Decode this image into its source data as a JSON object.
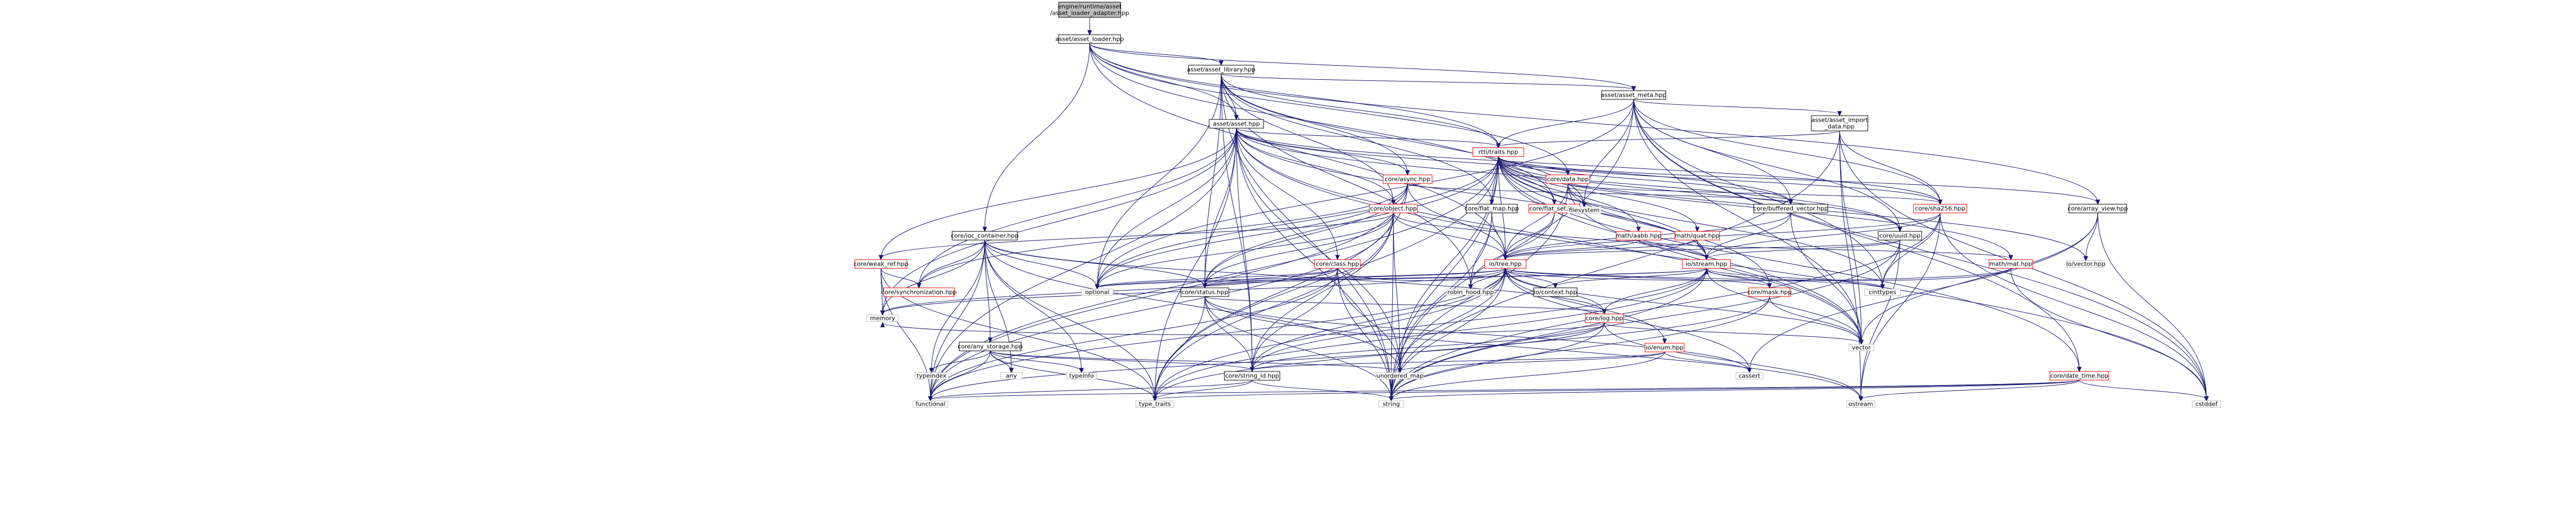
{
  "colors": {
    "root_fill": "#bfbfbf",
    "node_fill": "#ffffff",
    "node_stroke": "#000000",
    "link_stroke": "#ff0000",
    "leaf_stroke": "#bfbfbf",
    "edge": "#191970",
    "text": "#000000"
  },
  "nodes": [
    {
      "id": "root",
      "label": "engine/runtime/asset\n/asset_loader_adapter.hpp",
      "kind": "root"
    },
    {
      "id": "asset_loader",
      "label": "asset/asset_loader.hpp",
      "kind": "normal"
    },
    {
      "id": "asset_library",
      "label": "asset/asset_library.hpp",
      "kind": "normal"
    },
    {
      "id": "asset_meta",
      "label": "asset/asset_meta.hpp",
      "kind": "normal"
    },
    {
      "id": "asset",
      "label": "asset/asset.hpp",
      "kind": "normal"
    },
    {
      "id": "asset_import",
      "label": "asset/asset_import\n_data.hpp",
      "kind": "normal"
    },
    {
      "id": "rtti",
      "label": "rtti/traits.hpp",
      "kind": "linked"
    },
    {
      "id": "async",
      "label": "core/async.hpp",
      "kind": "linked"
    },
    {
      "id": "data",
      "label": "core/data.hpp",
      "kind": "linked"
    },
    {
      "id": "object",
      "label": "core/object.hpp",
      "kind": "linked"
    },
    {
      "id": "flat_map",
      "label": "core/flat_map.hpp",
      "kind": "normal"
    },
    {
      "id": "flat_set",
      "label": "core/flat_set.hpp",
      "kind": "linked"
    },
    {
      "id": "buffered_vector",
      "label": "core/buffered_vector.hpp",
      "kind": "normal"
    },
    {
      "id": "filesystem",
      "label": "filesystem",
      "kind": "leaf"
    },
    {
      "id": "sha256",
      "label": "core/sha256.hpp",
      "kind": "linked"
    },
    {
      "id": "array_view",
      "label": "core/array_view.hpp",
      "kind": "normal"
    },
    {
      "id": "ioc_container",
      "label": "core/ioc_container.hpp",
      "kind": "normal"
    },
    {
      "id": "weak_ref",
      "label": "core/weak_ref.hpp",
      "kind": "linked"
    },
    {
      "id": "class",
      "label": "core/class.hpp",
      "kind": "linked"
    },
    {
      "id": "aabb",
      "label": "math/aabb.hpp",
      "kind": "linked"
    },
    {
      "id": "quat",
      "label": "math/quat.hpp",
      "kind": "linked"
    },
    {
      "id": "uuid",
      "label": "core/uuid.hpp",
      "kind": "normal"
    },
    {
      "id": "mat",
      "label": "math/mat.hpp",
      "kind": "linked"
    },
    {
      "id": "vector_hpp",
      "label": "io/vector.hpp",
      "kind": "leaf"
    },
    {
      "id": "tree",
      "label": "io/tree.hpp",
      "kind": "linked"
    },
    {
      "id": "stream",
      "label": "io/stream.hpp",
      "kind": "linked"
    },
    {
      "id": "synchronization",
      "label": "core/synchronization.hpp",
      "kind": "linked"
    },
    {
      "id": "status",
      "label": "core/status.hpp",
      "kind": "normal"
    },
    {
      "id": "optional",
      "label": "optional",
      "kind": "leaf"
    },
    {
      "id": "robin_hood",
      "label": "robin_hood.hpp",
      "kind": "leaf"
    },
    {
      "id": "io_context",
      "label": "io/context.hpp",
      "kind": "normal"
    },
    {
      "id": "cinttypes",
      "label": "cinttypes",
      "kind": "leaf"
    },
    {
      "id": "mask",
      "label": "core/mask.hpp",
      "kind": "linked"
    },
    {
      "id": "log",
      "label": "core/log.hpp",
      "kind": "linked"
    },
    {
      "id": "any_storage",
      "label": "core/any_storage.hpp",
      "kind": "normal"
    },
    {
      "id": "memory",
      "label": "memory",
      "kind": "leaf"
    },
    {
      "id": "typeindex",
      "label": "typeindex",
      "kind": "leaf"
    },
    {
      "id": "any",
      "label": "any",
      "kind": "leaf"
    },
    {
      "id": "typeinfo",
      "label": "typeinfo",
      "kind": "leaf"
    },
    {
      "id": "string_id",
      "label": "core/string_id.hpp",
      "kind": "normal"
    },
    {
      "id": "unordered_map",
      "label": "unordered_map",
      "kind": "leaf"
    },
    {
      "id": "vector",
      "label": "vector",
      "kind": "leaf"
    },
    {
      "id": "enum",
      "label": "io/enum.hpp",
      "kind": "linked"
    },
    {
      "id": "cassert",
      "label": "cassert",
      "kind": "leaf"
    },
    {
      "id": "date_time",
      "label": "core/date_time.hpp",
      "kind": "linked"
    },
    {
      "id": "functional",
      "label": "functional",
      "kind": "leaf"
    },
    {
      "id": "type_traits",
      "label": "type_traits",
      "kind": "leaf"
    },
    {
      "id": "string",
      "label": "string",
      "kind": "leaf"
    },
    {
      "id": "ostream",
      "label": "ostream",
      "kind": "leaf"
    },
    {
      "id": "cstddef",
      "label": "cstddef",
      "kind": "leaf"
    }
  ],
  "edges": [
    [
      "root",
      "asset_loader"
    ],
    [
      "asset_loader",
      "asset_library"
    ],
    [
      "asset_loader",
      "asset_meta"
    ],
    [
      "asset_loader",
      "asset"
    ],
    [
      "asset_loader",
      "ioc_container"
    ],
    [
      "asset_loader",
      "data"
    ],
    [
      "asset_loader",
      "rtti"
    ],
    [
      "asset_loader",
      "array_view"
    ],
    [
      "asset_loader",
      "flat_set"
    ],
    [
      "asset_loader",
      "tree"
    ],
    [
      "asset_library",
      "asset_meta"
    ],
    [
      "asset_library",
      "asset"
    ],
    [
      "asset_library",
      "async"
    ],
    [
      "asset_library",
      "rtti"
    ],
    [
      "asset_library",
      "filesystem"
    ],
    [
      "asset_library",
      "flat_map"
    ],
    [
      "asset_library",
      "string_id"
    ],
    [
      "asset_library",
      "status"
    ],
    [
      "asset_library",
      "optional"
    ],
    [
      "asset_library",
      "robin_hood"
    ],
    [
      "asset_library",
      "string"
    ],
    [
      "asset_library",
      "object"
    ],
    [
      "asset_meta",
      "asset_import"
    ],
    [
      "asset_meta",
      "rtti"
    ],
    [
      "asset_meta",
      "uuid"
    ],
    [
      "asset_meta",
      "buffered_vector"
    ],
    [
      "asset_meta",
      "sha256"
    ],
    [
      "asset_meta",
      "date_time"
    ],
    [
      "asset_meta",
      "vector"
    ],
    [
      "asset_meta",
      "optional"
    ],
    [
      "asset_meta",
      "string"
    ],
    [
      "asset_meta",
      "cinttypes"
    ],
    [
      "asset_meta",
      "cstddef"
    ],
    [
      "asset_meta",
      "filesystem"
    ],
    [
      "asset_import",
      "rtti"
    ],
    [
      "asset_import",
      "sha256"
    ],
    [
      "asset_import",
      "vector"
    ],
    [
      "asset_import",
      "string"
    ],
    [
      "asset_import",
      "cstddef"
    ],
    [
      "asset_import",
      "ostream"
    ],
    [
      "asset",
      "rtti"
    ],
    [
      "asset",
      "async"
    ],
    [
      "asset",
      "object"
    ],
    [
      "asset",
      "class"
    ],
    [
      "asset",
      "uuid"
    ],
    [
      "asset",
      "weak_ref"
    ],
    [
      "asset",
      "synchronization"
    ],
    [
      "asset",
      "string_id"
    ],
    [
      "asset",
      "status"
    ],
    [
      "asset",
      "optional"
    ],
    [
      "asset",
      "functional"
    ],
    [
      "asset",
      "type_traits"
    ],
    [
      "asset",
      "string"
    ],
    [
      "asset",
      "cstddef"
    ],
    [
      "asset",
      "sha256"
    ],
    [
      "asset",
      "stream"
    ],
    [
      "asset",
      "memory"
    ],
    [
      "asset",
      "unordered_map"
    ],
    [
      "asset",
      "buffered_vector"
    ],
    [
      "asset",
      "vector"
    ],
    [
      "rtti",
      "data"
    ],
    [
      "rtti",
      "buffered_vector"
    ],
    [
      "rtti",
      "flat_map"
    ],
    [
      "rtti",
      "flat_set"
    ],
    [
      "rtti",
      "sha256"
    ],
    [
      "rtti",
      "aabb"
    ],
    [
      "rtti",
      "quat"
    ],
    [
      "rtti",
      "uuid"
    ],
    [
      "rtti",
      "mat"
    ],
    [
      "rtti",
      "vector_hpp"
    ],
    [
      "rtti",
      "tree"
    ],
    [
      "rtti",
      "stream"
    ],
    [
      "rtti",
      "status"
    ],
    [
      "rtti",
      "optional"
    ],
    [
      "rtti",
      "cinttypes"
    ],
    [
      "rtti",
      "vector"
    ],
    [
      "rtti",
      "string"
    ],
    [
      "rtti",
      "unordered_map"
    ],
    [
      "rtti",
      "type_traits"
    ],
    [
      "rtti",
      "mask"
    ],
    [
      "rtti",
      "date_time"
    ],
    [
      "rtti",
      "array_view"
    ],
    [
      "rtti",
      "functional"
    ],
    [
      "async",
      "synchronization"
    ],
    [
      "async",
      "functional"
    ],
    [
      "async",
      "optional"
    ],
    [
      "async",
      "status"
    ],
    [
      "async",
      "tree"
    ],
    [
      "async",
      "buffered_vector"
    ],
    [
      "async",
      "type_traits"
    ],
    [
      "data",
      "filesystem"
    ],
    [
      "data",
      "tree"
    ],
    [
      "data",
      "stream"
    ],
    [
      "data",
      "sha256"
    ],
    [
      "data",
      "string"
    ],
    [
      "data",
      "vector"
    ],
    [
      "object",
      "tree"
    ],
    [
      "object",
      "stream"
    ],
    [
      "object",
      "status"
    ],
    [
      "object",
      "optional"
    ],
    [
      "object",
      "string_id"
    ],
    [
      "object",
      "unordered_map"
    ],
    [
      "object",
      "weak_ref"
    ],
    [
      "object",
      "functional"
    ],
    [
      "object",
      "type_traits"
    ],
    [
      "object",
      "string"
    ],
    [
      "flat_map",
      "tree"
    ],
    [
      "flat_map",
      "robin_hood"
    ],
    [
      "flat_map",
      "unordered_map"
    ],
    [
      "flat_set",
      "tree"
    ],
    [
      "flat_set",
      "robin_hood"
    ],
    [
      "buffered_vector",
      "tree"
    ],
    [
      "buffered_vector",
      "stream"
    ],
    [
      "buffered_vector",
      "vector"
    ],
    [
      "sha256",
      "tree"
    ],
    [
      "sha256",
      "stream"
    ],
    [
      "sha256",
      "cinttypes"
    ],
    [
      "sha256",
      "string"
    ],
    [
      "sha256",
      "ostream"
    ],
    [
      "sha256",
      "cstddef"
    ],
    [
      "array_view",
      "vector_hpp"
    ],
    [
      "array_view",
      "vector"
    ],
    [
      "array_view",
      "cassert"
    ],
    [
      "array_view",
      "cstddef"
    ],
    [
      "ioc_container",
      "synchronization"
    ],
    [
      "ioc_container",
      "optional"
    ],
    [
      "ioc_container",
      "any_storage"
    ],
    [
      "ioc_container",
      "memory"
    ],
    [
      "ioc_container",
      "typeindex"
    ],
    [
      "ioc_container",
      "any"
    ],
    [
      "ioc_container",
      "typeinfo"
    ],
    [
      "ioc_container",
      "functional"
    ],
    [
      "ioc_container",
      "type_traits"
    ],
    [
      "ioc_container",
      "status"
    ],
    [
      "ioc_container",
      "log"
    ],
    [
      "ioc_container",
      "unordered_map"
    ],
    [
      "weak_ref",
      "synchronization"
    ],
    [
      "weak_ref",
      "memory"
    ],
    [
      "weak_ref",
      "functional"
    ],
    [
      "weak_ref",
      "type_traits"
    ],
    [
      "class",
      "status"
    ],
    [
      "class",
      "optional"
    ],
    [
      "class",
      "string_id"
    ],
    [
      "class",
      "unordered_map"
    ],
    [
      "class",
      "memory"
    ],
    [
      "class",
      "functional"
    ],
    [
      "class",
      "string"
    ],
    [
      "class",
      "tree"
    ],
    [
      "aabb",
      "tree"
    ],
    [
      "aabb",
      "stream"
    ],
    [
      "aabb",
      "mat"
    ],
    [
      "quat",
      "tree"
    ],
    [
      "quat",
      "stream"
    ],
    [
      "uuid",
      "tree"
    ],
    [
      "uuid",
      "stream"
    ],
    [
      "uuid",
      "cinttypes"
    ],
    [
      "uuid",
      "string"
    ],
    [
      "uuid",
      "ostream"
    ],
    [
      "mat",
      "tree"
    ],
    [
      "mat",
      "stream"
    ],
    [
      "mat",
      "cstddef"
    ],
    [
      "tree",
      "status"
    ],
    [
      "tree",
      "optional"
    ],
    [
      "tree",
      "robin_hood"
    ],
    [
      "tree",
      "io_context"
    ],
    [
      "tree",
      "mask"
    ],
    [
      "tree",
      "log"
    ],
    [
      "tree",
      "enum"
    ],
    [
      "tree",
      "cinttypes"
    ],
    [
      "tree",
      "string_id"
    ],
    [
      "tree",
      "unordered_map"
    ],
    [
      "tree",
      "vector"
    ],
    [
      "tree",
      "cassert"
    ],
    [
      "tree",
      "functional"
    ],
    [
      "tree",
      "type_traits"
    ],
    [
      "tree",
      "string"
    ],
    [
      "tree",
      "memory"
    ],
    [
      "stream",
      "status"
    ],
    [
      "stream",
      "optional"
    ],
    [
      "stream",
      "io_context"
    ],
    [
      "stream",
      "mask"
    ],
    [
      "stream",
      "cinttypes"
    ],
    [
      "stream",
      "string_id"
    ],
    [
      "stream",
      "vector"
    ],
    [
      "stream",
      "string"
    ],
    [
      "stream",
      "type_traits"
    ],
    [
      "stream",
      "log"
    ],
    [
      "status",
      "string_id"
    ],
    [
      "status",
      "log"
    ],
    [
      "status",
      "string"
    ],
    [
      "status",
      "type_traits"
    ],
    [
      "status",
      "cassert"
    ],
    [
      "status",
      "ostream"
    ],
    [
      "log",
      "vector"
    ],
    [
      "log",
      "string"
    ],
    [
      "log",
      "string_id"
    ],
    [
      "log",
      "ostream"
    ],
    [
      "log",
      "functional"
    ],
    [
      "log",
      "memory"
    ],
    [
      "mask",
      "vector"
    ],
    [
      "mask",
      "string"
    ],
    [
      "mask",
      "type_traits"
    ],
    [
      "any_storage",
      "any"
    ],
    [
      "any_storage",
      "typeindex"
    ],
    [
      "any_storage",
      "typeinfo"
    ],
    [
      "any_storage",
      "string_id"
    ],
    [
      "any_storage",
      "unordered_map"
    ],
    [
      "any_storage",
      "functional"
    ],
    [
      "any_storage",
      "type_traits"
    ],
    [
      "string_id",
      "functional"
    ],
    [
      "string_id",
      "string"
    ],
    [
      "string_id",
      "type_traits"
    ],
    [
      "enum",
      "string_id"
    ],
    [
      "enum",
      "string"
    ],
    [
      "enum",
      "cassert"
    ],
    [
      "enum",
      "unordered_map"
    ],
    [
      "date_time",
      "string"
    ],
    [
      "date_time",
      "ostream"
    ],
    [
      "date_time",
      "cstddef"
    ],
    [
      "date_time",
      "functional"
    ],
    [
      "date_time",
      "type_traits"
    ]
  ]
}
